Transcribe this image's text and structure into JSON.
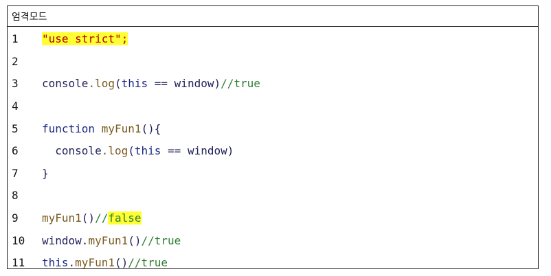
{
  "title": "엄격모드",
  "lines": [
    {
      "no": "1",
      "code": "\"use strict\";"
    },
    {
      "no": "2",
      "code": ""
    },
    {
      "no": "3",
      "code": "console.log(this == window)//true"
    },
    {
      "no": "4",
      "code": ""
    },
    {
      "no": "5",
      "code": "function myFun1(){"
    },
    {
      "no": "6",
      "code": "  console.log(this == window)"
    },
    {
      "no": "7",
      "code": "}"
    },
    {
      "no": "8",
      "code": ""
    },
    {
      "no": "9",
      "code": "myFun1()//false"
    },
    {
      "no": "10",
      "code": "window.myFun1()//true"
    },
    {
      "no": "11",
      "code": "this.myFun1()//true"
    }
  ],
  "colors": {
    "highlight": "#ffff33",
    "comment": "#2e7d32",
    "keyword": "#1c2a86",
    "method": "#7a5a1e",
    "string": "#b00000"
  }
}
